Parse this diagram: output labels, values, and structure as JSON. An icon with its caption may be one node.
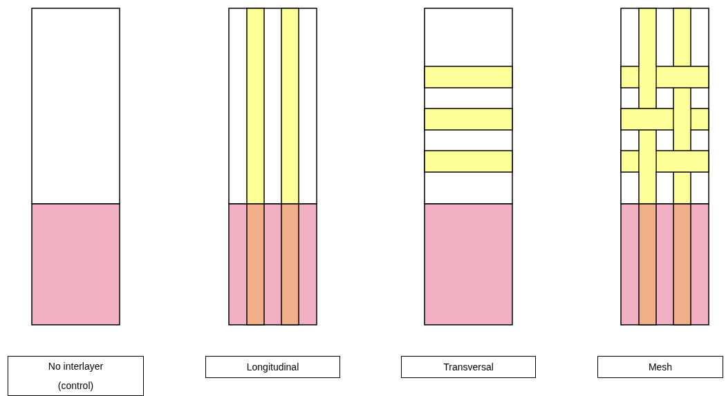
{
  "diagram": {
    "nodes": [
      {
        "text": [
          "No interlayer (control)"
        ]
      },
      {
        "text": [
          "Longitudinal"
        ]
      },
      {
        "text": [
          "Transversal"
        ]
      },
      {
        "text": [
          "Mesh"
        ]
      }
    ]
  }
}
